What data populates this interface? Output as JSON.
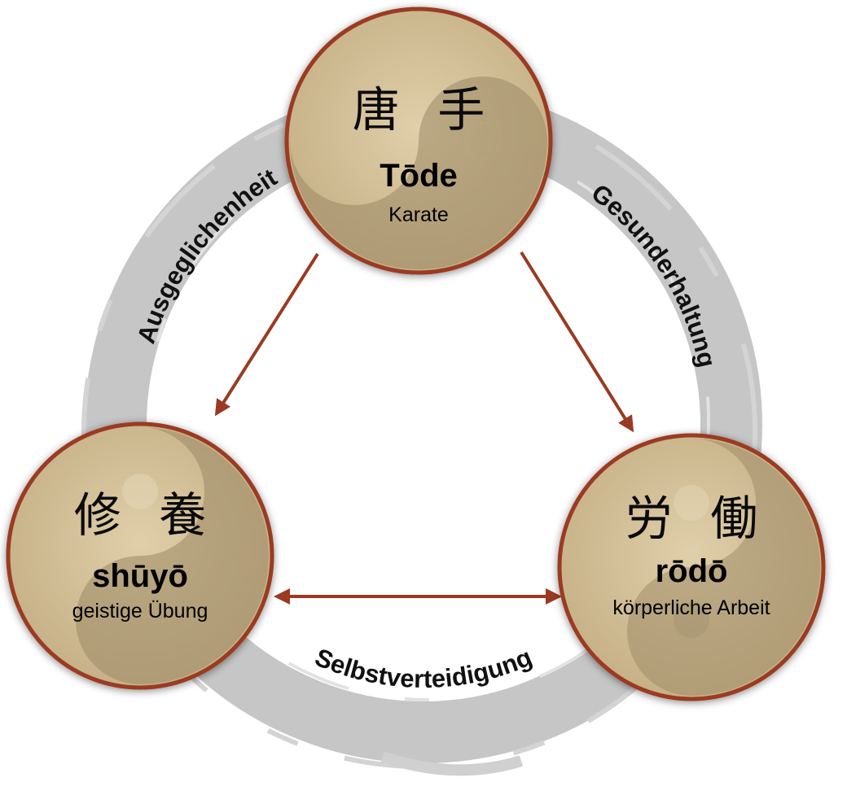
{
  "colors": {
    "accent": "#9b3a22",
    "ring": "#c6c6c6",
    "paper_light": "#d8c6a0",
    "paper_dark": "#a8966f"
  },
  "nodes": [
    {
      "kanji": "唐 手",
      "romaji": "Tōde",
      "meaning": "Karate"
    },
    {
      "kanji": "修 養",
      "romaji": "shūyō",
      "meaning": "geistige Übung"
    },
    {
      "kanji": "労 働",
      "romaji": "rōdō",
      "meaning": "körperliche Arbeit"
    }
  ],
  "ring_labels": {
    "left": "Ausgeglichenheit",
    "right": "Gesunderhaltung",
    "bottom": "Selbstverteidigung"
  }
}
